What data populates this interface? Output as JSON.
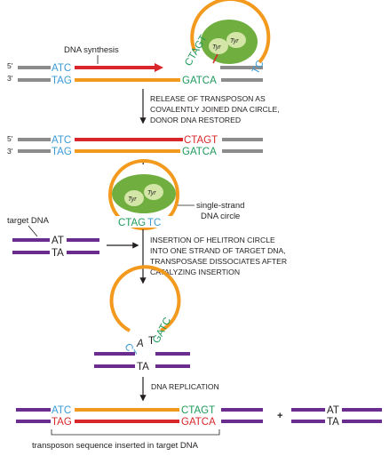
{
  "colors": {
    "gray": "#8c8c8c",
    "orange": "#f39a1e",
    "red": "#d9262b",
    "blue": "#3a9bd5",
    "green": "#1f9a5c",
    "purple": "#6a2c8e",
    "protein_dark": "#6fae3f",
    "protein_light": "#d3e6a8",
    "text": "#231f20"
  },
  "panel1": {
    "synthesis_label": "DNA synthesis",
    "strand_top_label": "5′",
    "strand_bottom_label": "3′",
    "seq_top_left": "ATC",
    "seq_bottom_left": "TAG",
    "seq_bottom_right": "GATCA",
    "circle_seq_left": "CTAGT",
    "circle_seq_right": "TC",
    "tyr1": "Tyr",
    "tyr2": "Tyr"
  },
  "step1": {
    "line1": "RELEASE OF TRANSPOSON AS",
    "line2": "COVALENTLY JOINED DNA CIRCLE,",
    "line3": "DONOR DNA RESTORED"
  },
  "panel2": {
    "strand_top_label": "5′",
    "strand_bottom_label": "3′",
    "seq_top_left": "ATC",
    "seq_bottom_left": "TAG",
    "seq_top_right": "CTAGT",
    "seq_bottom_right": "GATCA",
    "plus": "+"
  },
  "panel3": {
    "tyr1": "Tyr",
    "tyr2": "Tyr",
    "circle_seq_a": "CTAG",
    "circle_seq_b": "TC",
    "ss_label_1": "single-strand",
    "ss_label_2": "DNA circle"
  },
  "panel4": {
    "target_label": "target DNA",
    "seq_top": "AT",
    "seq_bottom": "TA"
  },
  "step2": {
    "line1": "INSERTION OF HELITRON CIRCLE",
    "line2": "INTO ONE STRAND OF TARGET DNA,",
    "line3": "TRANSPOSASE DISSOCIATES AFTER",
    "line4": "CATALYZING INSERTION"
  },
  "panel5": {
    "seq_ct": "CT",
    "seq_a": "A",
    "seq_t": "T",
    "seq_gatc": "GATC",
    "seq_ta": "TA"
  },
  "step3": {
    "line1": "DNA REPLICATION"
  },
  "panel6": {
    "seq_top_left": "ATC",
    "seq_bottom_left": "TAG",
    "seq_top_right": "CTAGT",
    "seq_bottom_right": "GATCA",
    "plus": "+",
    "seq2_top": "AT",
    "seq2_bottom": "TA",
    "caption": "transposon sequence inserted in target DNA"
  }
}
